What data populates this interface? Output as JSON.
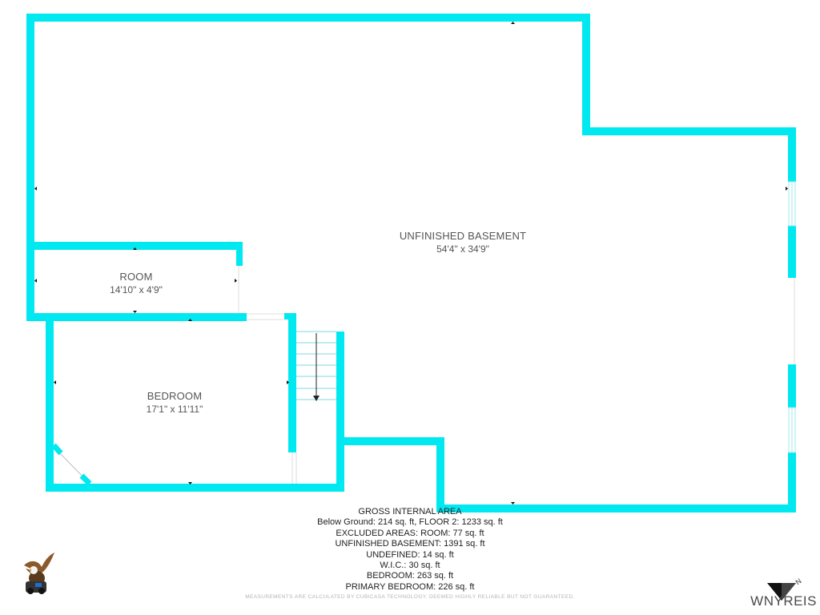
{
  "rooms": {
    "unfinished_basement": {
      "name": "UNFINISHED BASEMENT",
      "dims": "54'4\" x 34'9\""
    },
    "room": {
      "name": "ROOM",
      "dims": "14'10\" x 4'9\""
    },
    "bedroom": {
      "name": "BEDROOM",
      "dims": "17'1\" x 11'11\""
    }
  },
  "area_summary": {
    "title": "GROSS INTERNAL AREA",
    "lines": [
      "Below Ground: 214 sq. ft, FLOOR 2: 1233 sq. ft",
      "EXCLUDED AREAS: ROOM: 77 sq. ft",
      "UNFINISHED BASEMENT: 1391 sq. ft",
      "UNDEFINED: 14 sq. ft",
      "W.I.C.: 30 sq. ft",
      "BEDROOM: 263 sq. ft",
      "PRIMARY BEDROOM: 226 sq. ft"
    ]
  },
  "disclaimer": "MEASUREMENTS ARE CALCULATED BY CUBICASA TECHNOLOGY. DEEMED HIGHLY RELIABLE BUT NOT GUARANTEED.",
  "brand": "WNYREIS",
  "compass_label": "N",
  "colors": {
    "wall": "#00e8f0",
    "text": "#555555"
  },
  "icons": {
    "logo": "eagle-logo-icon",
    "compass": "north-arrow-icon"
  }
}
